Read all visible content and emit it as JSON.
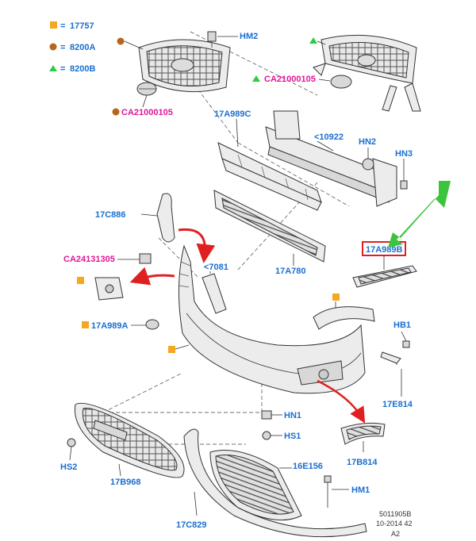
{
  "legend": [
    {
      "marker": "square",
      "color": "#f5a623",
      "code": "17757"
    },
    {
      "marker": "circle",
      "color": "#b5651d",
      "code": "8200A"
    },
    {
      "marker": "triangle",
      "color": "#2ecc40",
      "code": "8200B"
    }
  ],
  "legend_eq": "=",
  "labels": {
    "hm2": "HM2",
    "ca21000105_right": "CA21000105",
    "ca21000105_left": "CA21000105",
    "p17a989c": "17A989C",
    "p10922": "<10922",
    "hn2": "HN2",
    "hn3": "HN3",
    "p17c886": "17C886",
    "ca24131305": "CA24131305",
    "p7081": "<7081",
    "p17a780": "17A780",
    "p17a989b": "17A989B",
    "p17a989a": "17A989A",
    "hb1": "HB1",
    "p17e814": "17E814",
    "hn1": "HN1",
    "hs1": "HS1",
    "hs2": "HS2",
    "p17b968": "17B968",
    "p16e156": "16E156",
    "hm1": "HM1",
    "p17b814": "17B814",
    "p17c829": "17C829"
  },
  "footer": {
    "line1": "5011905B",
    "line2": "10-2014 42",
    "line3": "A2"
  },
  "colors": {
    "label_blue": "#1a6fd0",
    "label_magenta": "#e0169a",
    "highlight_box": "#e02020",
    "arrow_red": "#e02020",
    "arrow_green": "#3cc43c"
  }
}
